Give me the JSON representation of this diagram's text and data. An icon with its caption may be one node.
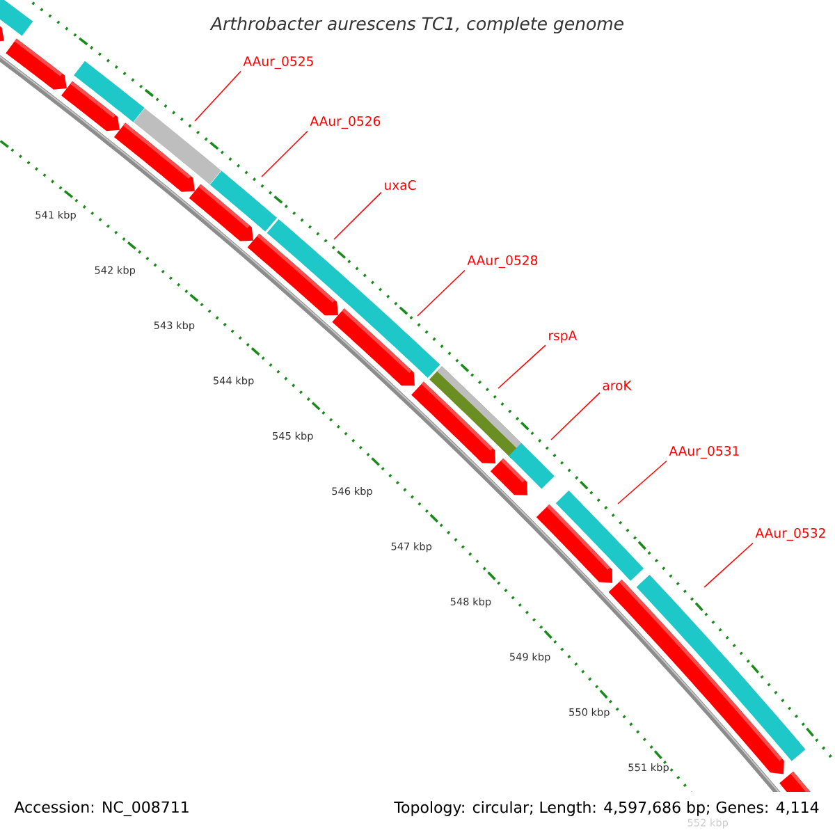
{
  "diagram": {
    "title": "Arthrobacter aurescens TC1, complete genome",
    "nodes": [
      {
        "text": [
          "AAur_0525"
        ]
      },
      {
        "text": [
          "AAur_0526"
        ]
      },
      {
        "text": [
          "uxaC"
        ]
      },
      {
        "text": [
          "AAur_0528"
        ]
      },
      {
        "text": [
          "rspA"
        ]
      },
      {
        "text": [
          "aroK"
        ]
      },
      {
        "text": [
          "AAur_0531"
        ]
      },
      {
        "text": [
          "AAur_0532"
        ]
      }
    ],
    "edges": [
      {
        "from": 0,
        "to": null,
        "arrow": "none"
      },
      {
        "from": 1,
        "to": null,
        "arrow": "none"
      },
      {
        "from": 2,
        "to": null,
        "arrow": "none"
      },
      {
        "from": 3,
        "to": null,
        "arrow": "none"
      },
      {
        "from": 4,
        "to": null,
        "arrow": "none"
      },
      {
        "from": 5,
        "to": null,
        "arrow": "none"
      },
      {
        "from": 6,
        "to": null,
        "arrow": "none"
      },
      {
        "from": 7,
        "to": null,
        "arrow": "none"
      }
    ],
    "labels": [
      "541 kbp",
      "542 kbp",
      "543 kbp",
      "544 kbp",
      "545 kbp",
      "546 kbp",
      "547 kbp",
      "548 kbp",
      "549 kbp",
      "550 kbp",
      "551 kbp",
      "552 kbp",
      "Accession: NC_008711",
      "Topology: circular; Length: 4,597,686 bp; Genes: 4,114"
    ]
  }
}
